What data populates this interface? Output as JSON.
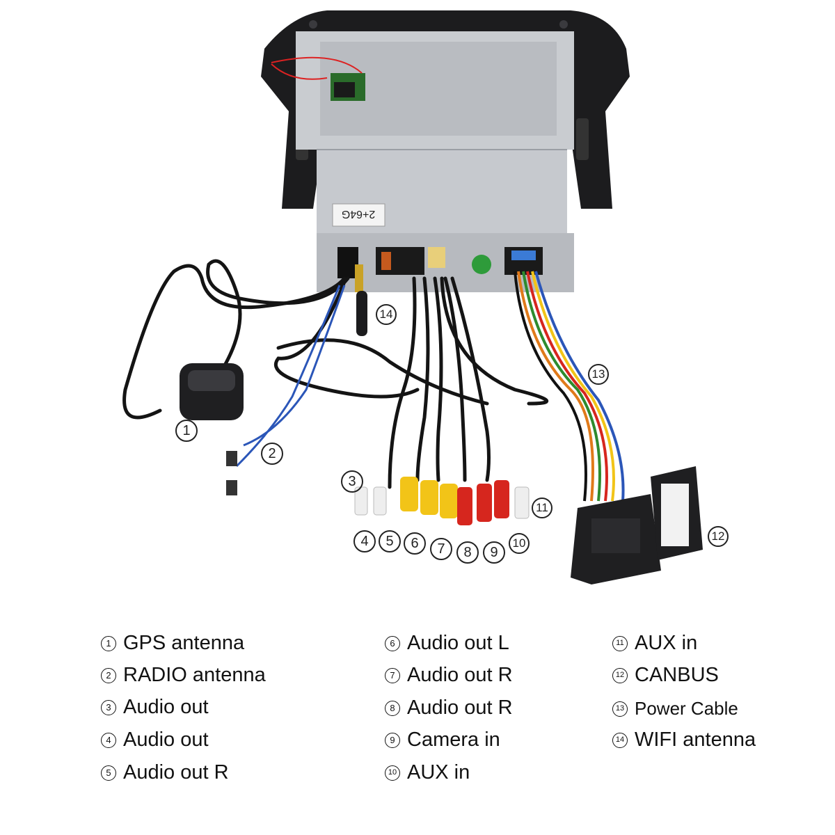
{
  "device": {
    "storage_label": "2+64G"
  },
  "callouts": [
    "1",
    "2",
    "3",
    "4",
    "5",
    "6",
    "7",
    "8",
    "9",
    "10",
    "11",
    "12",
    "13",
    "14"
  ],
  "legend": [
    {
      "num": "1",
      "label": "GPS antenna"
    },
    {
      "num": "2",
      "label": "RADIO antenna"
    },
    {
      "num": "3",
      "label": "Audio out"
    },
    {
      "num": "4",
      "label": "Audio out"
    },
    {
      "num": "5",
      "label": "Audio out R"
    },
    {
      "num": "6",
      "label": "Audio out L"
    },
    {
      "num": "7",
      "label": "Audio out R"
    },
    {
      "num": "8",
      "label": "Audio out R"
    },
    {
      "num": "9",
      "label": "Camera in"
    },
    {
      "num": "10",
      "label": "AUX in"
    },
    {
      "num": "11",
      "label": "AUX in"
    },
    {
      "num": "12",
      "label": "CANBUS"
    },
    {
      "num": "13",
      "label": "Power Cable"
    },
    {
      "num": "14",
      "label": "WIFI antenna"
    }
  ],
  "colors": {
    "frame": "#1c1c1e",
    "metal": "#c9ccd0",
    "metal_dark": "#9a9ea4",
    "cable": "#141414",
    "rca_yellow": "#f2c418",
    "rca_red": "#d6261e",
    "rca_white": "#eeeeee",
    "wire_green": "#2e8b2e",
    "wire_orange": "#e07a1a",
    "wire_blue": "#2b56b8"
  }
}
